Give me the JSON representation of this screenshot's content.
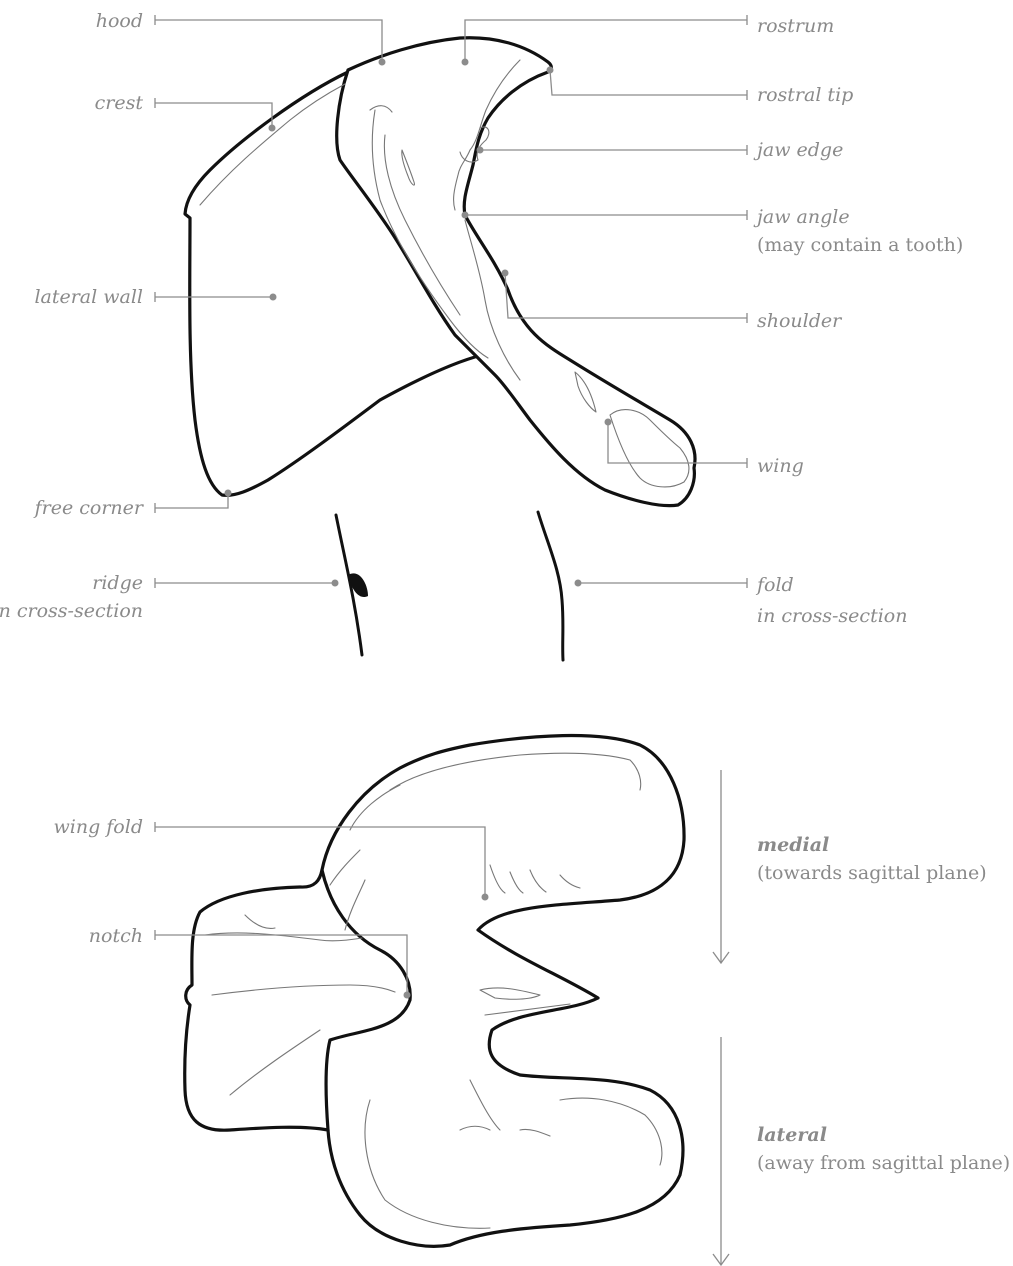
{
  "labels": {
    "hood": "hood",
    "rostrum": "rostrum",
    "crest": "crest",
    "rostral_tip": "rostral tip",
    "jaw_edge": "jaw edge",
    "jaw_angle": "jaw angle",
    "jaw_angle_note": "(may contain a tooth)",
    "lateral_wall": "lateral wall",
    "shoulder": "shoulder",
    "wing": "wing",
    "free_corner": "free corner",
    "ridge": "ridge",
    "ridge_note": "in cross-section",
    "fold": "fold",
    "fold_note": "in cross-section",
    "wing_fold": "wing fold",
    "notch": "notch"
  },
  "orientation": {
    "medial": "medial",
    "medial_note": "(towards sagittal plane)",
    "lateral": "lateral",
    "lateral_note": "(away from sagittal plane)"
  },
  "colors": {
    "ink": "#111111",
    "label": "#8a8a8a",
    "leader": "#8c8c8c"
  }
}
